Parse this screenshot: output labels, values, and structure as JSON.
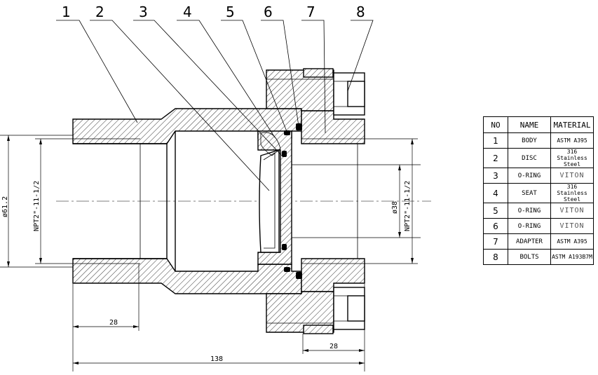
{
  "callouts": [
    "1",
    "2",
    "3",
    "4",
    "5",
    "6",
    "7",
    "8"
  ],
  "dimensions": {
    "outer_diameter": "ø61.2",
    "inlet_thread": "NPT2\"-11-1/2",
    "outlet_thread": "NPT2\"-11-1/2",
    "bore": "ø38",
    "inlet_length": "28",
    "outlet_length": "28",
    "overall_length": "138"
  },
  "bom": {
    "headers": [
      "NO",
      "NAME",
      "MATERIAL"
    ],
    "rows": [
      {
        "no": "1",
        "name": "BODY",
        "material": "ASTM A395"
      },
      {
        "no": "2",
        "name": "DISC",
        "material": "316 Stainless Steel"
      },
      {
        "no": "3",
        "name": "O-RING",
        "material": "VITON"
      },
      {
        "no": "4",
        "name": "SEAT",
        "material": "316 Stainless Steel"
      },
      {
        "no": "5",
        "name": "O-RING",
        "material": "VITON"
      },
      {
        "no": "6",
        "name": "O-RING",
        "material": "VITON"
      },
      {
        "no": "7",
        "name": "ADAPTER",
        "material": "ASTM A395"
      },
      {
        "no": "8",
        "name": "BOLTS",
        "material": "ASTM A193B7M"
      }
    ]
  }
}
